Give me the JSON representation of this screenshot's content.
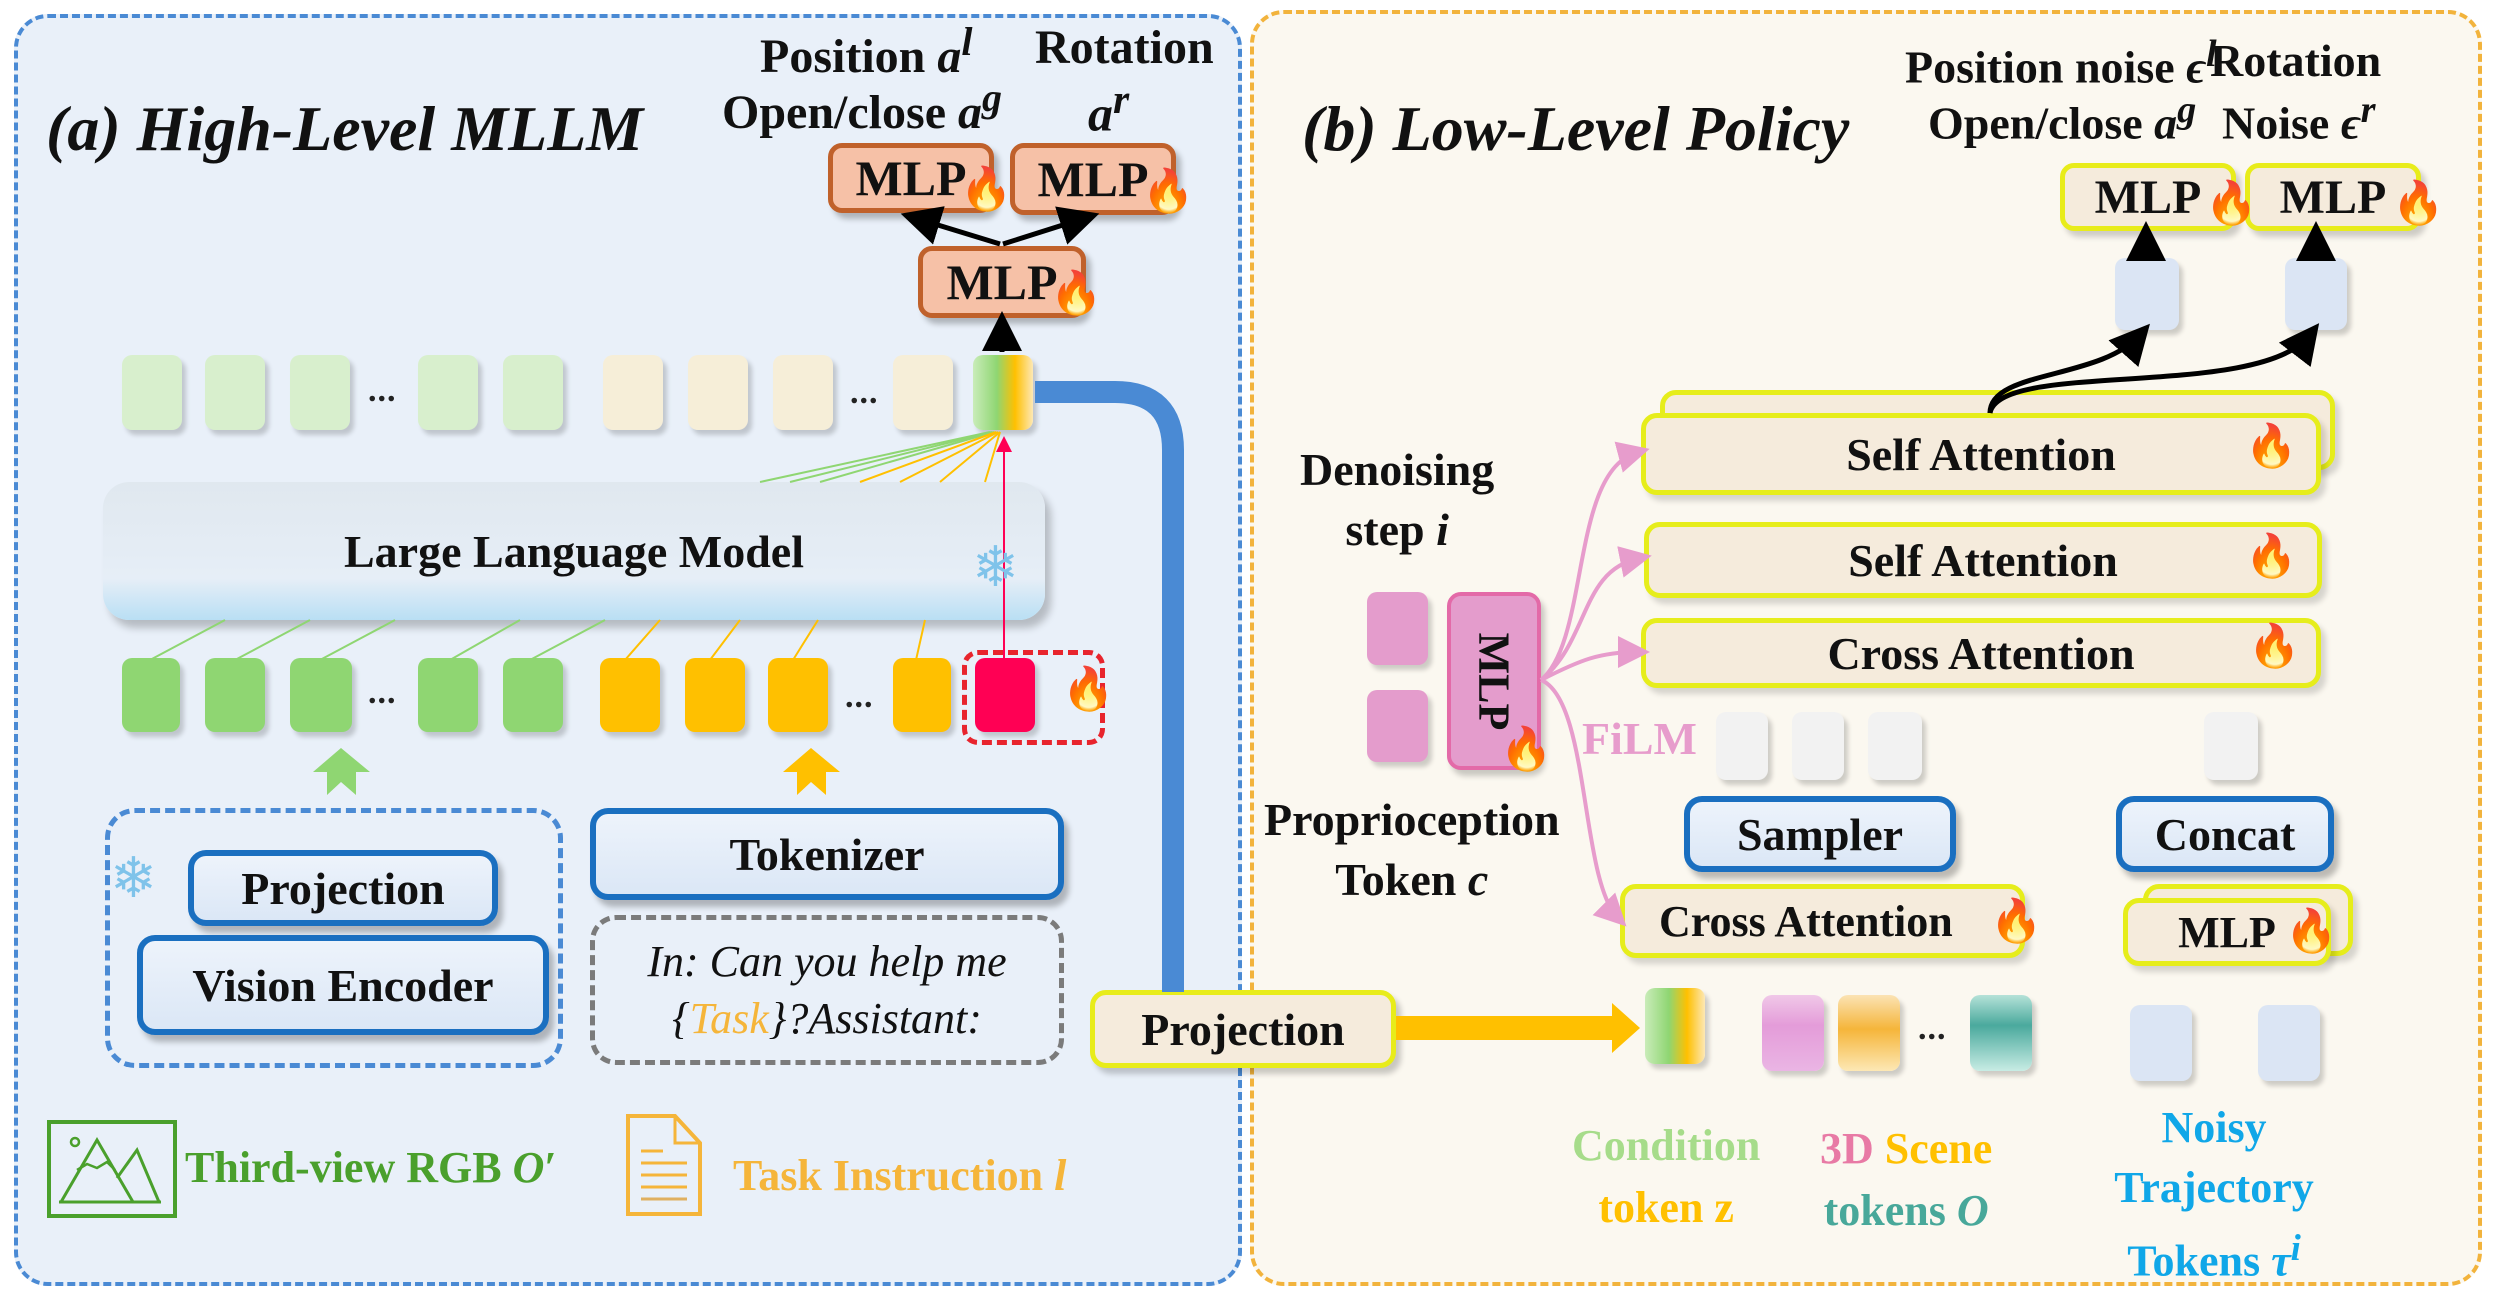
{
  "panel_a": {
    "title": "(a) High-Level MLLM",
    "heads": {
      "position_label": "Position",
      "position_sym": "a",
      "position_sup": "l",
      "openclose_label": "Open/close",
      "openclose_sym": "a",
      "openclose_sup": "g",
      "rotation_label": "Rotation",
      "rotation_sym": "a",
      "rotation_sup": "r",
      "mlp_left": "MLP",
      "mlp_right": "MLP",
      "mlp_center": "MLP"
    },
    "output_tokens": {
      "vision_count_visible": 5,
      "text_count_visible": 4,
      "ellipsis": "..."
    },
    "llm_label": "Large Language Model",
    "input_tokens": {
      "vision_count_visible": 5,
      "text_count_visible": 4,
      "ellipsis": "...",
      "action_token": "learnable"
    },
    "vision_block": {
      "projection_label": "Projection",
      "encoder_label": "Vision Encoder",
      "frozen": true
    },
    "tokenizer_label": "Tokenizer",
    "prompt": {
      "line1": "In: Can you help me",
      "open_brace": "{",
      "task": "Task",
      "close_rest": "}?Assistant:"
    },
    "legend": {
      "rgb_label": "Third-view RGB",
      "rgb_sym": "O",
      "rgb_prime": "′",
      "task_label": "Task Instruction",
      "task_sym": "l"
    },
    "projection_bridge_label": "Projection"
  },
  "panel_b": {
    "title": "(b) Low-Level Policy",
    "heads": {
      "position_label": "Position noise",
      "position_sym": "ϵ",
      "position_sup": "l",
      "openclose_label": "Open/close",
      "openclose_sym": "a",
      "openclose_sup": "g",
      "rotation_label": "Rotation",
      "rotation_noise_label": "Noise",
      "rotation_sym": "ϵ",
      "rotation_sup": "r",
      "mlp_left": "MLP",
      "mlp_right": "MLP"
    },
    "blocks": {
      "self_attention_1": "Self Attention",
      "self_attention_2": "Self Attention",
      "cross_attention_1": "Cross Attention",
      "cross_attention_2": "Cross Attention",
      "sampler": "Sampler",
      "concat": "Concat",
      "mlp_stack": "MLP"
    },
    "conditioning": {
      "denoising_line1": "Denoising",
      "denoising_line2": "step",
      "denoising_sym": "i",
      "proprio_line1": "Proprioception",
      "proprio_line2": "Token",
      "proprio_sym": "c",
      "mlp_label": "MLP",
      "film_label": "FiLM"
    },
    "legend": {
      "condition_line1": "Condition",
      "condition_line2": "token z",
      "scene_3d": "3D",
      "scene_word": "Scene",
      "scene_line2": "tokens",
      "scene_sym": "O",
      "noisy_line1": "Noisy",
      "noisy_line2": "Trajectory",
      "noisy_line3": "Tokens",
      "noisy_sym": "τ",
      "noisy_sup": "i",
      "ellipsis": "..."
    }
  },
  "colors": {
    "panel_a_bg": "#e9f0f9",
    "panel_a_border": "#4a8ad4",
    "panel_b_bg": "#fbf8f0",
    "panel_b_border": "#f2b33c",
    "vision_token": "#8fd672",
    "text_token": "#ffc000",
    "action_token": "#ff0054",
    "blue_pipe": "#4a8ad4",
    "film_pink": "#e79ccc",
    "legend_green": "#4aa02c",
    "legend_orange": "#f5b53a",
    "noisy_blue": "#10a7e8",
    "scene_teal": "#48a89a",
    "scene_pink": "#e87aa5",
    "condition_green": "#8fd672"
  }
}
